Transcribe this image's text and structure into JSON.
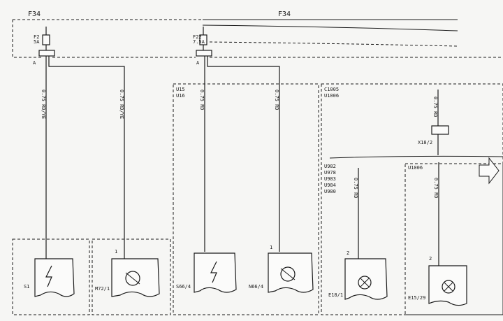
{
  "fuse_box_label": "F34",
  "fuse_box_label_right": "F34",
  "fuses": [
    {
      "name": "F2",
      "rating": "5A",
      "pin": "A"
    },
    {
      "name": "F22",
      "rating": "7.5A",
      "pin": "A"
    }
  ],
  "groups": {
    "g1": [
      "U15",
      "U16"
    ],
    "g2": [
      "C1005",
      "U1006"
    ],
    "g3": [
      "U982",
      "U978",
      "U983",
      "U984",
      "U980"
    ],
    "g4": [
      "U1006"
    ]
  },
  "connector": {
    "name": "X18/2"
  },
  "wires": [
    {
      "id": "w1",
      "label": "0.75 RD/YE"
    },
    {
      "id": "w2",
      "label": "0.75 RD/YE"
    },
    {
      "id": "w3",
      "label": "0.75 RD"
    },
    {
      "id": "w4",
      "label": "0.75 RD"
    },
    {
      "id": "w5",
      "label": "0.75 RD"
    },
    {
      "id": "w6",
      "label": "0.75 RD"
    },
    {
      "id": "w7",
      "label": "0.75 RD"
    }
  ],
  "components": [
    {
      "id": "S1",
      "name": "S1",
      "pin": ""
    },
    {
      "id": "M72/1",
      "name": "M72/1",
      "pin": "1"
    },
    {
      "id": "S66/4",
      "name": "S66/4",
      "pin": ""
    },
    {
      "id": "N66/4",
      "name": "N66/4",
      "pin": "1"
    },
    {
      "id": "E18/1",
      "name": "E18/1",
      "pin": "2"
    },
    {
      "id": "E15/29",
      "name": "E15/29",
      "pin": "2"
    }
  ],
  "icons": {
    "arrow": "continue-arrow-icon",
    "motor": "motor-icon",
    "lamp": "lamp-icon",
    "switch": "switch-icon"
  }
}
